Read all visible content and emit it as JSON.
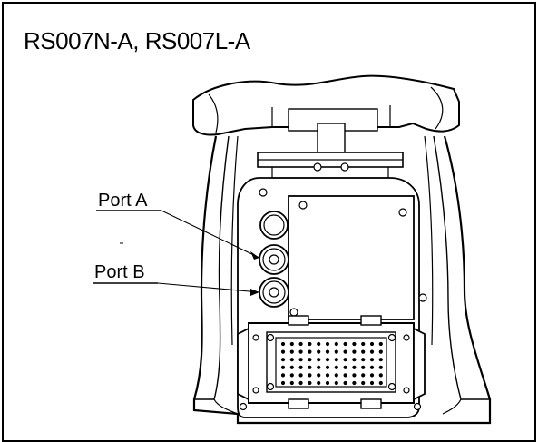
{
  "title": "RS007N-A, RS007L-A",
  "labels": {
    "port_a": "Port A",
    "port_b": "Port B"
  },
  "colors": {
    "line": "#000000",
    "background": "#ffffff"
  }
}
